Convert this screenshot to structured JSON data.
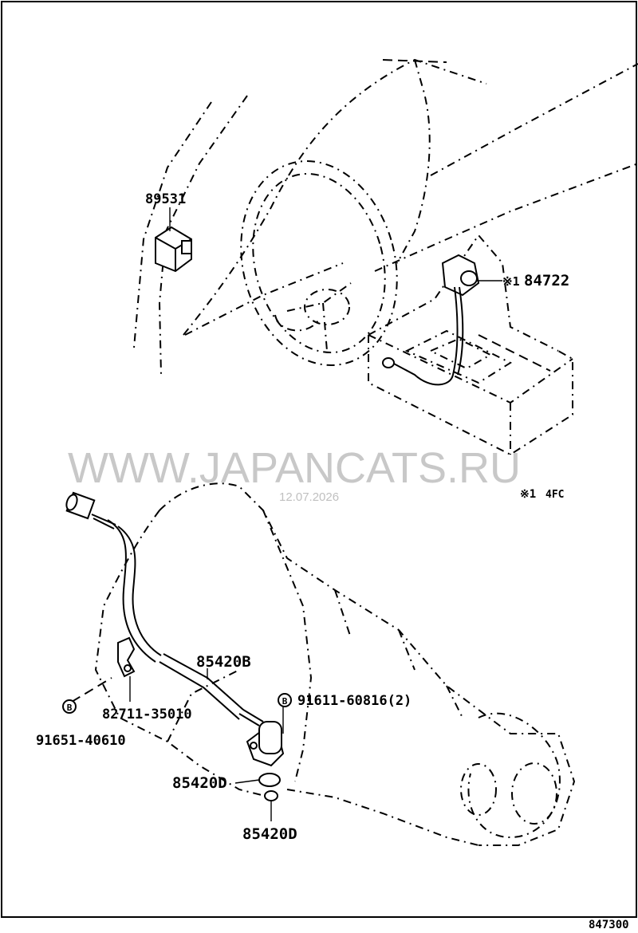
{
  "labels": {
    "p89531": "89531",
    "p84722": "84722",
    "p84722_mark": "※1",
    "note_mark": "※1",
    "note_code": "4FC",
    "p85420B": "85420B",
    "p91611": "91611-60816(2)",
    "p82711": "82711-35010",
    "p91651": "91651-40610",
    "p85420D_a": "85420D",
    "p85420D_b": "85420D",
    "bolt_a": "B",
    "bolt_b": "B",
    "diagram_no": "847300"
  },
  "watermark": {
    "site": "WWW.JAPANCATS.RU",
    "date": "12.07.2026"
  }
}
